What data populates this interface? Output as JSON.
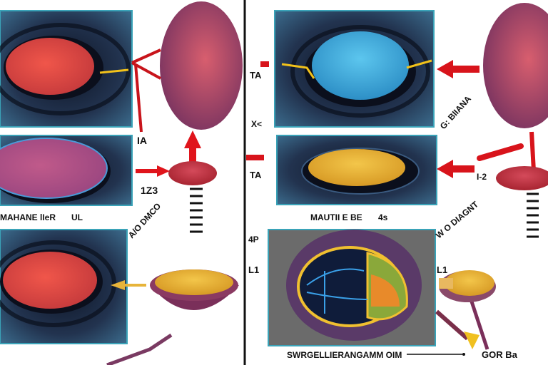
{
  "labels": {
    "ia": "IA",
    "l13": "1Z3",
    "membrane": "MAHANE lIeR",
    "ul": "UL",
    "diag_left": "A/O DMCO",
    "ta1": "TA",
    "xc": "X<",
    "ta2": "TA",
    "mautil": "MAUTII E BE",
    "s4": "4s",
    "p4": "4P",
    "l1a": "L1",
    "l1b": "L1",
    "gs_diag": "G: BIIANA",
    "i2": "I-2",
    "diag_right": "W O DIAGNT",
    "caption": "SWRGELLIERANGAMM OIM",
    "gor": "GOR Ba"
  },
  "colors": {
    "panel_dark": "#1d2b45",
    "panel_edge": "#3aa3b8",
    "arrow_red": "#d8141b",
    "blob_purple": "#8a3a5e",
    "cell_red": "#e2483f",
    "cell_blue": "#3fa9dc",
    "cell_gold": "#e7b43a"
  }
}
